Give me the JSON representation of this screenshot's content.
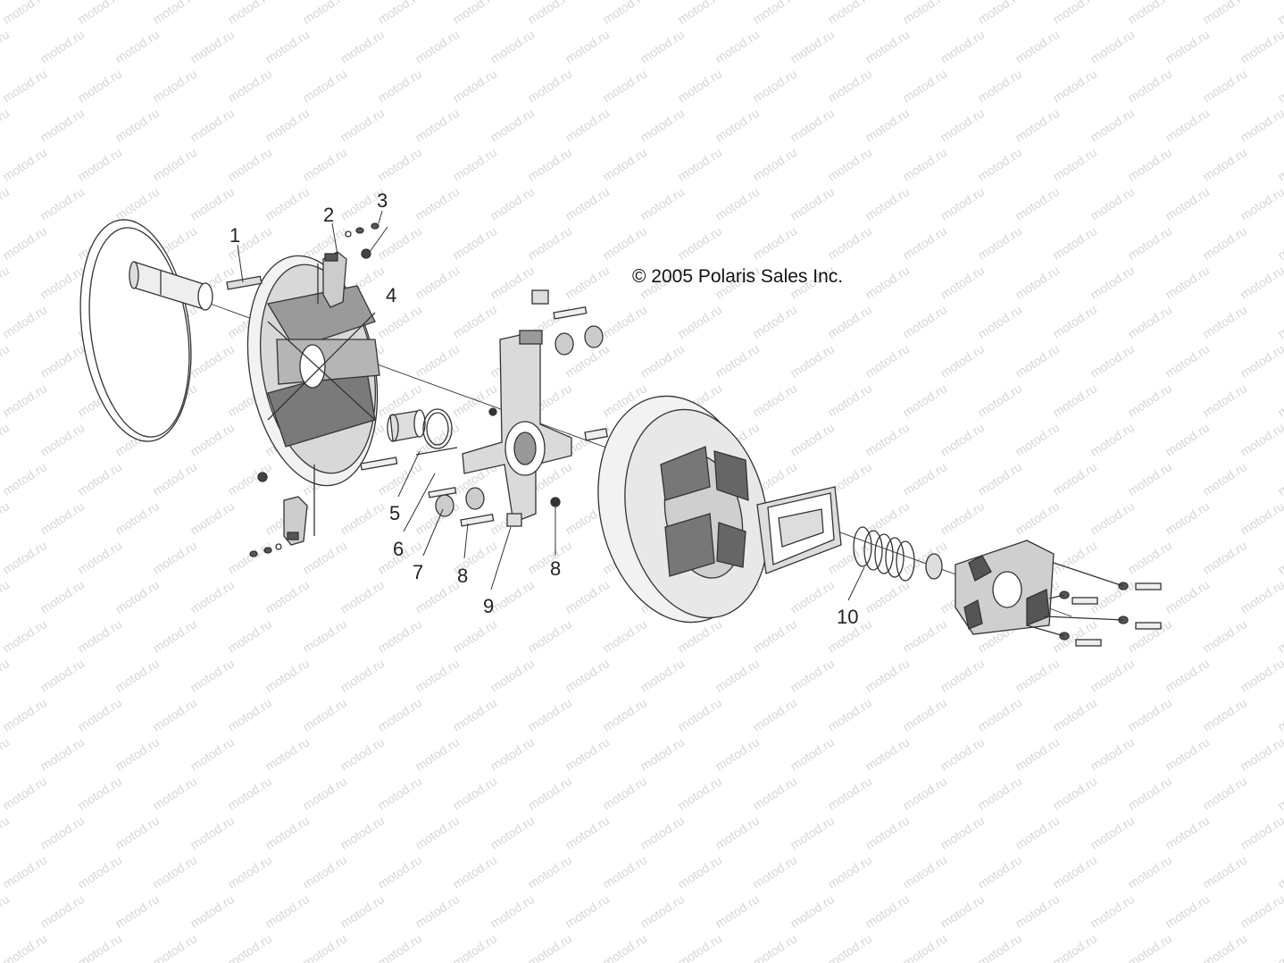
{
  "diagram": {
    "copyright": "© 2005 Polaris Sales Inc.",
    "watermark_text": "motod.ru",
    "callouts": [
      "1",
      "2",
      "3",
      "4",
      "5",
      "6",
      "7",
      "8",
      "8",
      "9",
      "10"
    ],
    "line_color": "#333333",
    "part_fill": "#dcdcdc",
    "dark_fill": "#555555"
  }
}
